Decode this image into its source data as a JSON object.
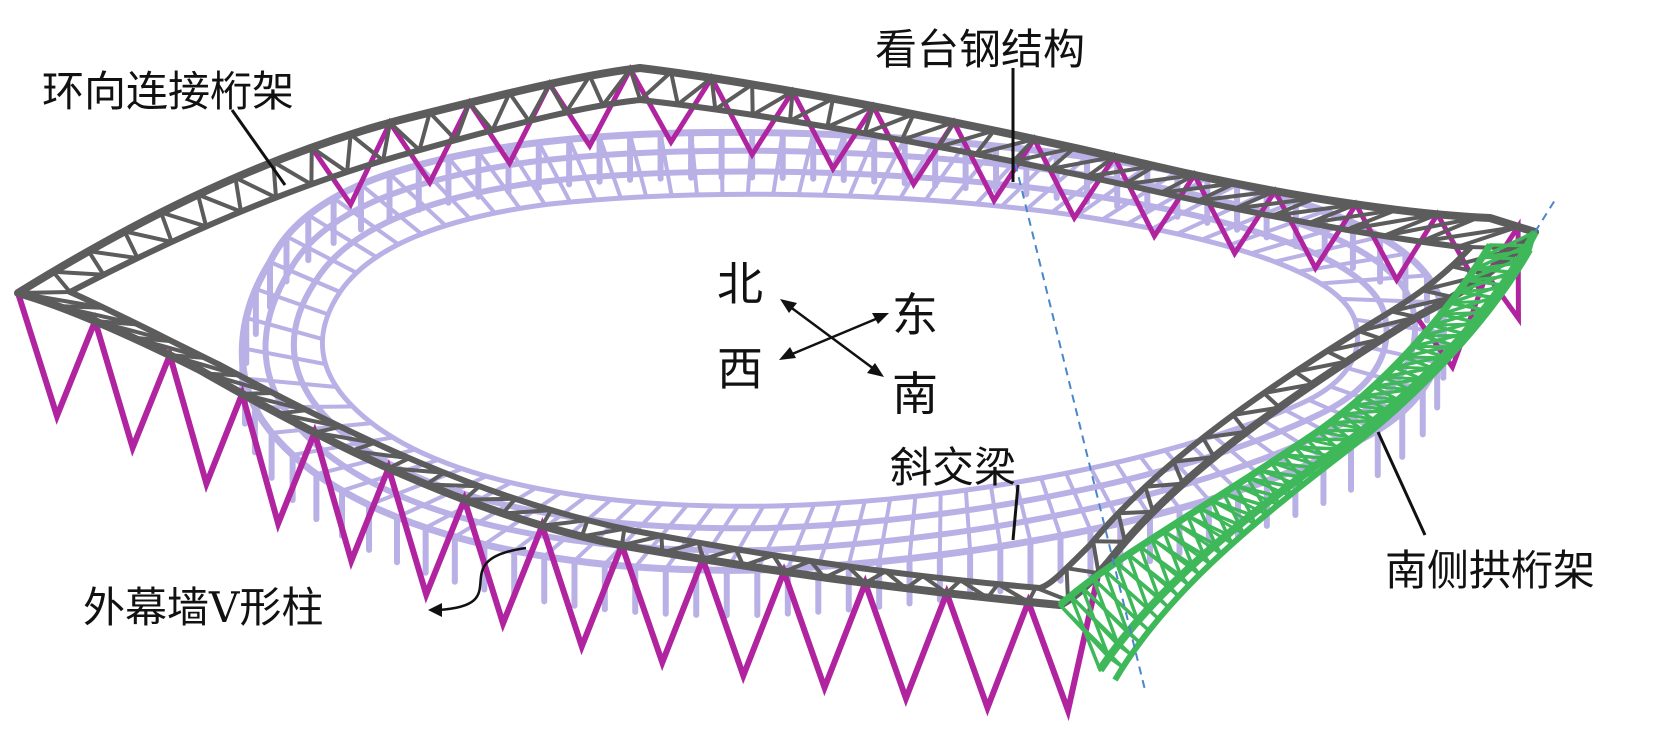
{
  "labels": {
    "circumferential_truss": "环向连接桁架",
    "stand_steel": "看台钢结构",
    "oblique_beam": "斜交梁",
    "south_arch_truss": "南侧拱桁架",
    "v_columns": "外幕墙V形柱"
  },
  "compass": {
    "north": "北",
    "east": "东",
    "west": "西",
    "south": "南"
  },
  "colors": {
    "roof_truss": "#5c5c5c",
    "v_column": "#b0259f",
    "stand_frame": "#b9b0e6",
    "arch_truss": "#3fb85a",
    "axis_dashed": "#4a86c8",
    "leader": "#111111"
  }
}
